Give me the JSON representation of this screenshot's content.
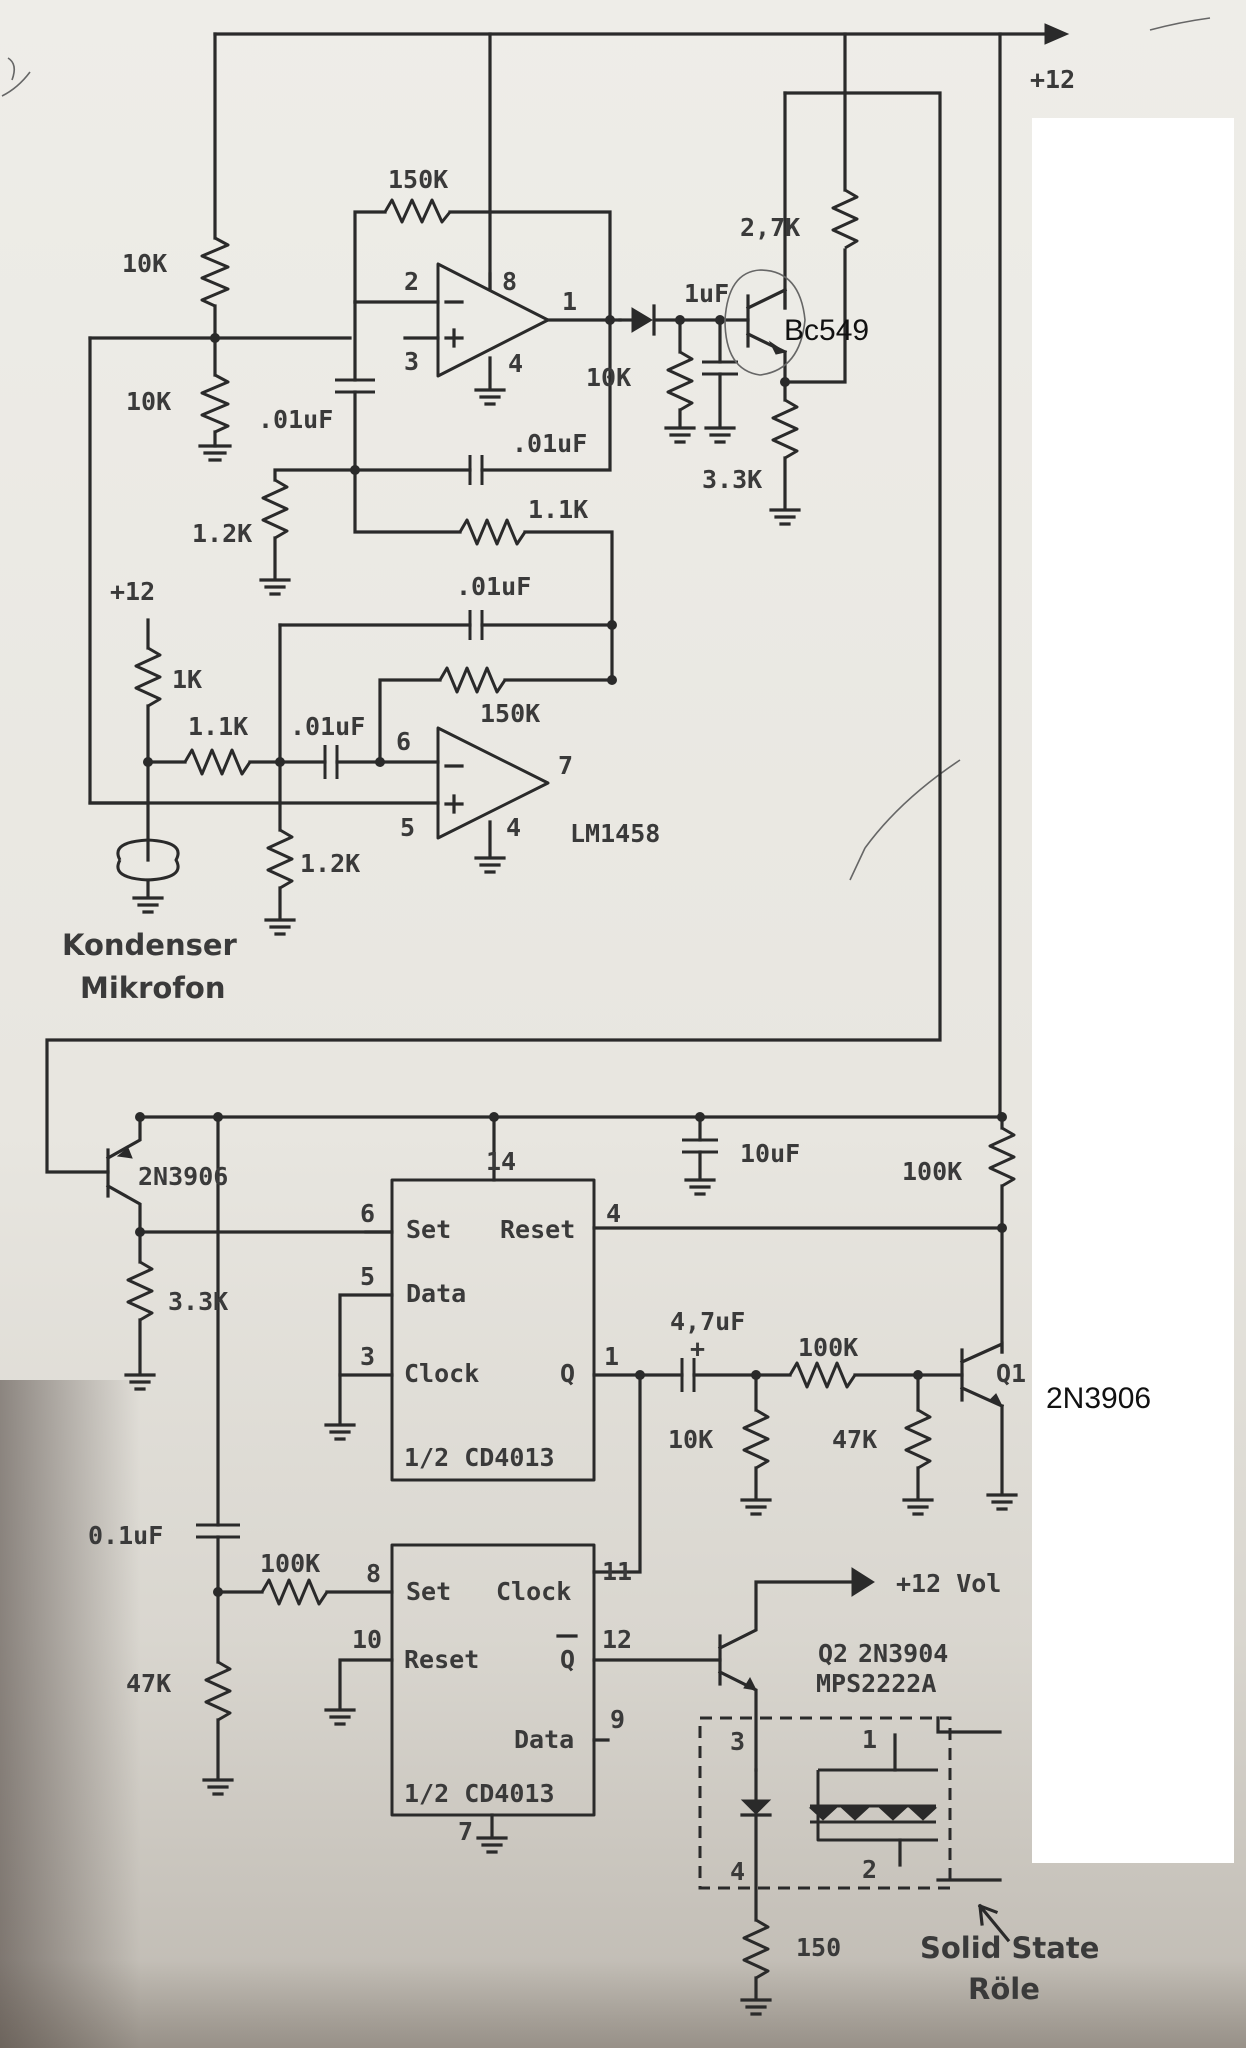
{
  "supply": {
    "top": "+12",
    "mic": "+12",
    "relay": "+12 Vol"
  },
  "resistors": {
    "r_div_top": "10K",
    "r_div_bot": "10K",
    "r_fb1": "150K",
    "r_1k2_a": "1.2K",
    "r_out_10k": "10K",
    "r_q_col": "2,7K",
    "r_q_em": "3.3K",
    "r_1k1_a": "1.1K",
    "r_mic": "1K",
    "r_1k1_b": "1.1K",
    "r_fb2": "150K",
    "r_1k2_b": "1.2K",
    "r_pnp_em": "3.3K",
    "r_reset": "100K",
    "r_base_a": "100K",
    "r_base_pd": "47K",
    "r_cpl_pd": "10K",
    "r_set2": "100K",
    "r_set2_pd": "47K",
    "r_led": "150"
  },
  "capacitors": {
    "c1": ".01uF",
    "c2": ".01uF",
    "c3": ".01uF",
    "c4": ".01uF",
    "c_1uf": "1uF",
    "c_10uf": "10uF",
    "c_47uf": "4,7uF",
    "c_01uf": "0.1uF"
  },
  "opamp": {
    "pin_2": "2",
    "pin_3": "3",
    "pin_8": "8",
    "pin_1": "1",
    "pin_4a": "4",
    "pin_6": "6",
    "pin_5": "5",
    "pin_7": "7",
    "pin_4b": "4",
    "part": "LM1458"
  },
  "transistors": {
    "bc549": "Bc549",
    "pnp_top": "2N3906",
    "q1": "Q1",
    "q1_note": "2N3906",
    "q2": "Q2",
    "q2_part": "2N3904",
    "q2_alt": "MPS2222A"
  },
  "flipflop1": {
    "pin_14": "14",
    "pin_6": "6",
    "pin_4": "4",
    "pin_5": "5",
    "pin_3": "3",
    "pin_1": "1",
    "set": "Set",
    "reset": "Reset",
    "data": "Data",
    "clock": "Clock",
    "q": "Q",
    "name": "1/2 CD4013"
  },
  "flipflop2": {
    "pin_8": "8",
    "pin_11": "11",
    "pin_10": "10",
    "pin_12": "12",
    "pin_9": "9",
    "pin_7": "7",
    "set": "Set",
    "clock": "Clock",
    "reset": "Reset",
    "qbar": "Q",
    "data": "Data",
    "name": "1/2 CD4013"
  },
  "mic": {
    "line1": "Kondenser",
    "line2": "Mikrofon"
  },
  "relay": {
    "pin_1": "1",
    "pin_2": "2",
    "pin_3": "3",
    "pin_4": "4",
    "line1": "Solid State",
    "line2": "Röle"
  },
  "colors": {
    "ink": "#2a2a2a",
    "paper": "#eeede8",
    "whiteout": "#ffffff"
  }
}
